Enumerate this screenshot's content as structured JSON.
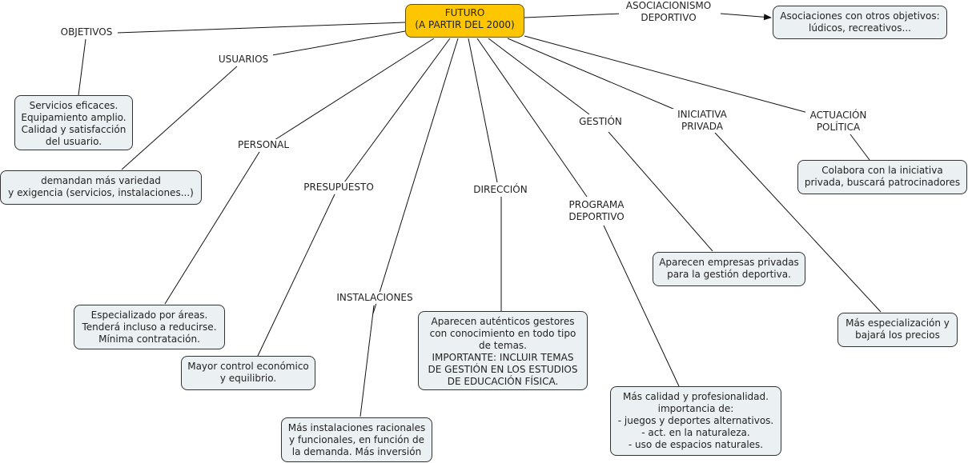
{
  "root": {
    "label": "FUTURO\n(A PARTIR DEL 2000)",
    "color": "#fdc600"
  },
  "labels": {
    "objetivos": "OBJETIVOS",
    "usuarios": "USUARIOS",
    "personal": "PERSONAL",
    "presupuesto": "PRESUPUESTO",
    "instalaciones": "INSTALACIONES",
    "direccion": "DIRECCIÓN",
    "programa": "PROGRAMA\nDEPORTIVO",
    "gestion": "GESTIÓN",
    "iniciativa": "INICIATIVA\nPRIVADA",
    "actuacion": "ACTUACIÓN\nPOLÍTICA",
    "asociacionismo": "ASOCIACIONISMO\nDEPORTIVO"
  },
  "boxes": {
    "objetivos": "Servicios eficaces.\nEquipamiento amplio.\nCalidad y satisfacción\ndel usuario.",
    "usuarios": "demandan más variedad\ny exigencia (servicios, instalaciones...)",
    "personal": "Especializado por áreas.\nTenderá incluso a reducirse.\nMínima contratación.",
    "presupuesto": "Mayor control económico\ny equilibrio.",
    "instalaciones": "Más instalaciones racionales\ny funcionales, en función de\nla demanda. Más inversión",
    "direccion": "Aparecen auténticos gestores\ncon conocimiento en todo tipo\nde temas.\nIMPORTANTE: INCLUIR TEMAS\nDE GESTIÓN EN LOS ESTUDIOS\nDE EDUCACIÓN FÍSICA.",
    "programa": "Más calidad y profesionalidad.\nimportancia de:\n- juegos y deportes alternativos.\n- act. en la naturaleza.\n- uso de espacios naturales.",
    "gestion": "Aparecen empresas privadas\npara la gestión deportiva.",
    "iniciativa": "Más especialización y\nbajará los precios",
    "actuacion": "Colabora con la iniciativa\nprivada, buscará patrocinadores",
    "asociacionismo": "Asociaciones con otros objetivos:\nlúdicos, recreativos..."
  }
}
